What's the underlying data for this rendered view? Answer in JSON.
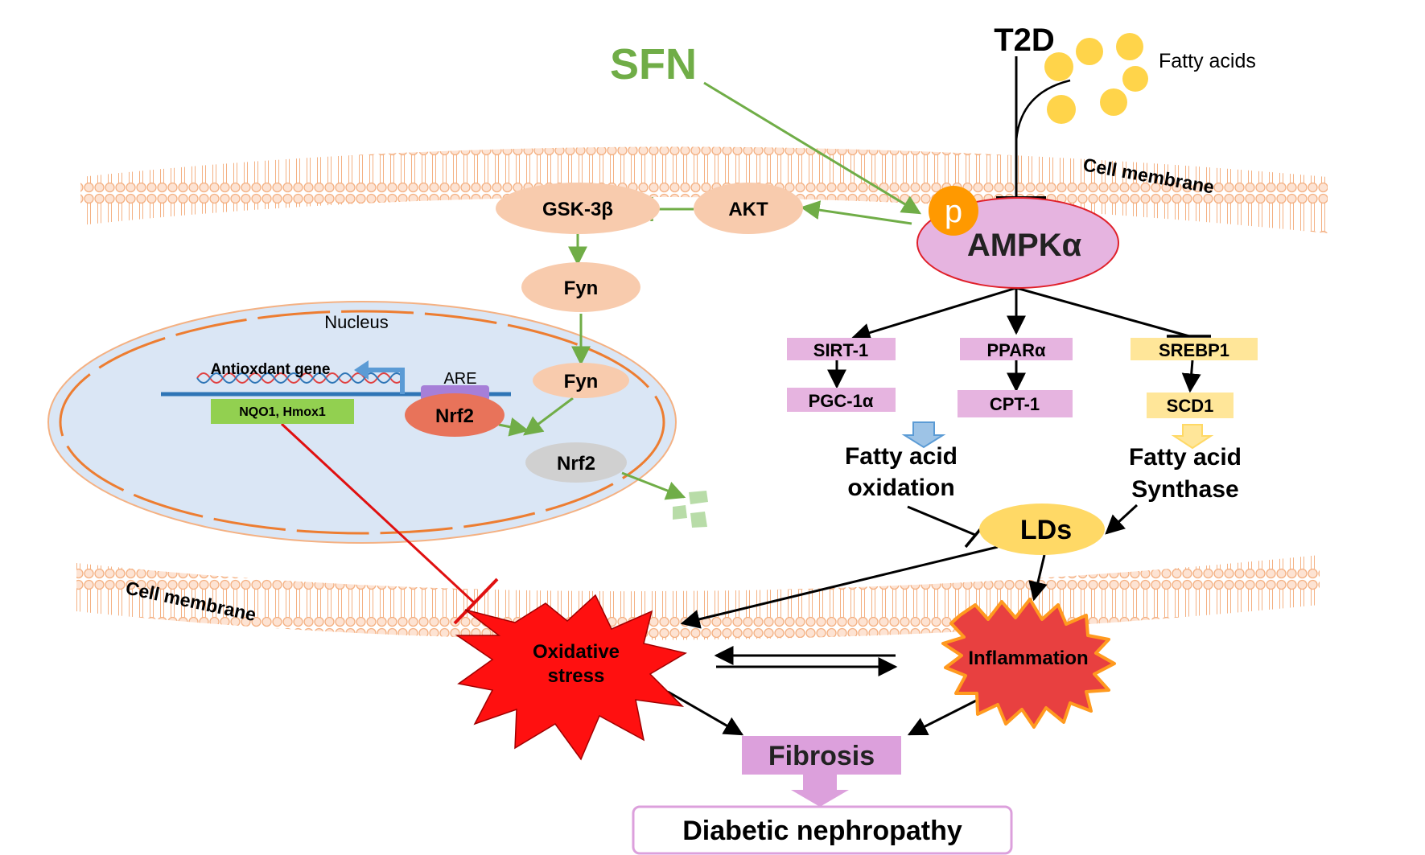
{
  "labels": {
    "sfn": "SFN",
    "t2d": "T2D",
    "fatty_acids": "Fatty acids",
    "cell_membrane_top": "Cell membrane",
    "cell_membrane_bottom": "Cell membrane",
    "gsk3b": "GSK-3β",
    "akt": "AKT",
    "p": "p",
    "ampk": "AMPKα",
    "fyn_1": "Fyn",
    "fyn_2": "Fyn",
    "nucleus": "Nucleus",
    "antioxidant_gene": "Antioxdant gene",
    "are": "ARE",
    "nqo1": "NQO1, Hmox1",
    "nrf2_bound": "Nrf2",
    "nrf2_free": "Nrf2",
    "sirt1": "SIRT-1",
    "pgc1a": "PGC-1α",
    "ppara": "PPARα",
    "cpt1": "CPT-1",
    "srebp1": "SREBP1",
    "scd1": "SCD1",
    "fao_line1": "Fatty acid",
    "fao_line2": "oxidation",
    "fas_line1": "Fatty acid",
    "fas_line2": "Synthase",
    "lds": "LDs",
    "ox_line1": "Oxidative",
    "ox_line2": "stress",
    "inflammation": "Inflammation",
    "fibrosis": "Fibrosis",
    "dn": "Diabetic nephropathy"
  },
  "colors": {
    "green_arrow": "#70ad47",
    "sfn_text": "#70ad47",
    "membrane": "#f8cbad",
    "membrane_edge": "#f4b183",
    "peach_node": "#f8cbad",
    "nucleus_fill": "#dae6f5",
    "nucleus_edge": "#ed7d31",
    "ampk_fill": "#e6b4e0",
    "ampk_edge": "#e0202a",
    "p_circle": "#ff9900",
    "pink_box": "#e6b4e0",
    "yellow_box": "#ffe699",
    "lds_fill": "#ffd966",
    "fatty_acid_dot": "#ffd44a",
    "oxidative_fill": "#ff1010",
    "inflammation_fill": "#e84040",
    "inflammation_edge": "#ff9a1f",
    "fibrosis_fill": "#dca0dc",
    "dn_edge": "#dca0dc",
    "inhibit_red": "#e01010",
    "nrf2_red": "#e8735a",
    "nrf2_grey": "#d0d0d0",
    "dna_bar": "#2e75b6",
    "nqo1_box": "#92d050",
    "are_box": "#a67fd8",
    "blue_arrow": "#5b9bd5"
  }
}
